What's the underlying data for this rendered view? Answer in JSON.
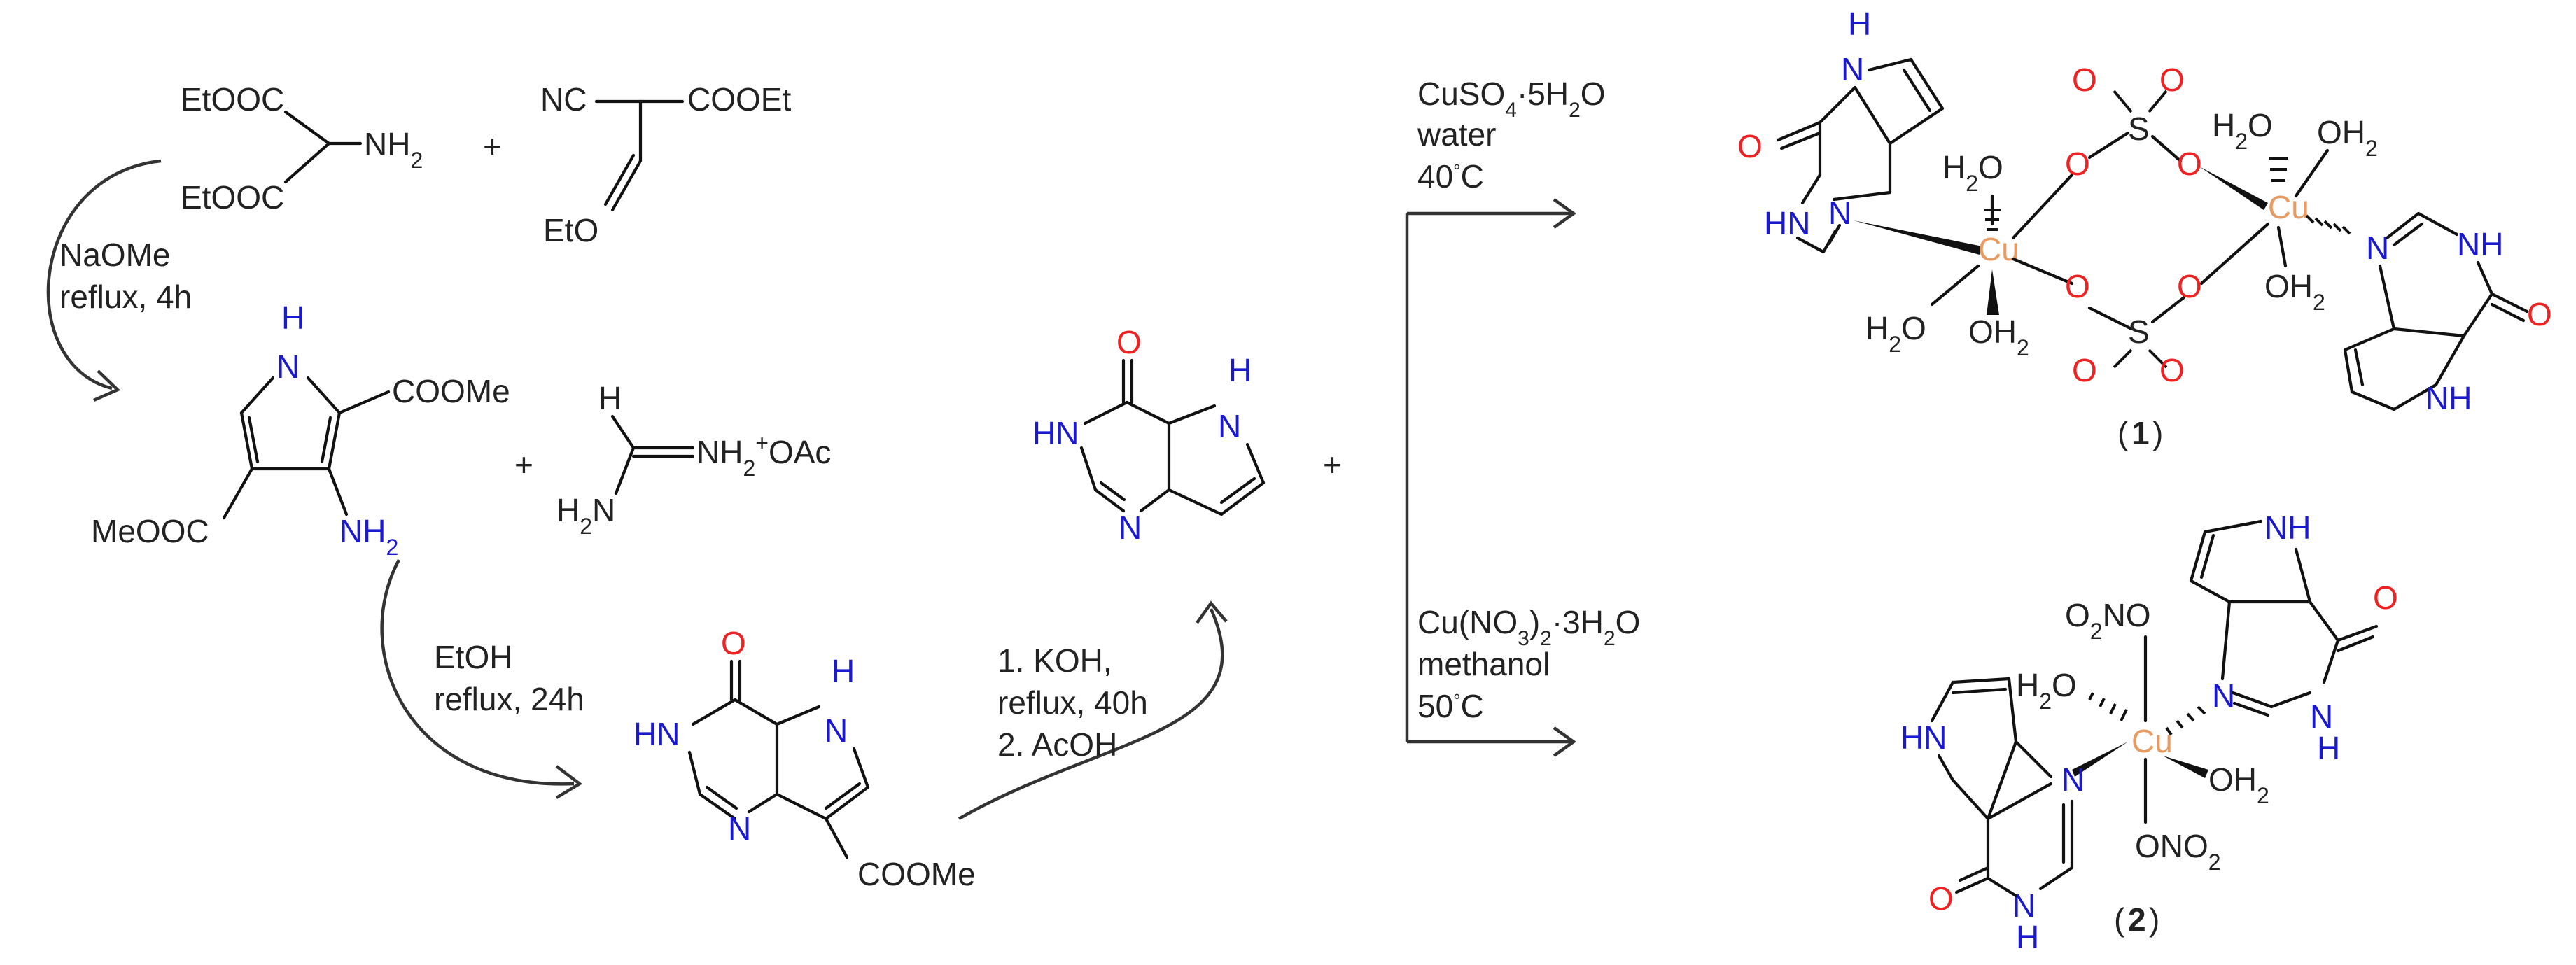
{
  "scheme": {
    "reagent_ethyl_ester_top": "EtOOC",
    "reagent_nh2": "NH",
    "reagent_ethyl_ester_bottom": "EtOOC",
    "plus": "+",
    "nc": "NC",
    "cooet": "COOEt",
    "eto": "EtO",
    "step1_reagent": "NaOMe",
    "step1_cond": "reflux, 4h",
    "pyrrole_nh": "H",
    "pyrrole_n": "N",
    "coome": "COOMe",
    "meooc": "MeOOC",
    "nh2": "NH",
    "formamidine_h": "H",
    "formamidine_nh2plus": "NH",
    "oac": "OAc",
    "h2n": "H",
    "step2_solvent": "EtOH",
    "step2_cond": "reflux, 24h",
    "step3_line1": "1. KOH,",
    "step3_line2": "reflux, 40h",
    "step3_line3": "2. AcOH",
    "o": "O",
    "hn": "HN",
    "n": "N",
    "h": "H",
    "coome_ester": "COOMe",
    "route1_reagent": "CuSO",
    "route1_hydrate": "5H",
    "route1_solvent": "water",
    "route1_temp": "40",
    "route1_temp_unit": "C",
    "route2_reagent": "Cu(NO",
    "route2_hydrate": "3H",
    "route2_solvent": "methanol",
    "route2_temp": "50",
    "route2_temp_unit": "C",
    "cu": "Cu",
    "h2o": "H",
    "oh2": "OH",
    "s": "S",
    "nh": "NH",
    "o2no": "NO",
    "ono2": "ONO",
    "label1": "1",
    "label2": "2"
  },
  "colors": {
    "nitrogen": "#1a1acc",
    "oxygen": "#ee2222",
    "copper": "#e89a60",
    "bond": "#111111"
  }
}
